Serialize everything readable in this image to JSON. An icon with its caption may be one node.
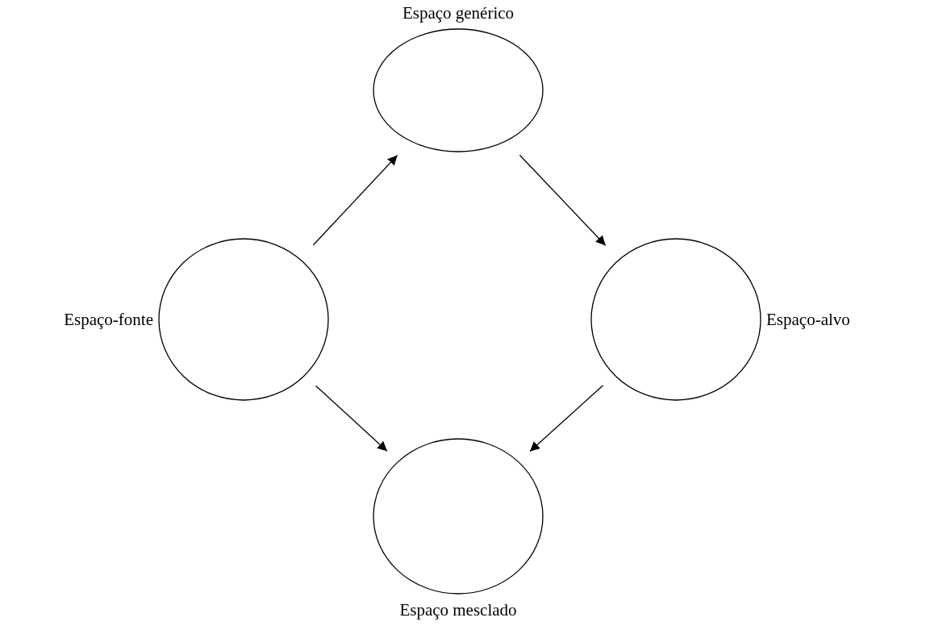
{
  "diagram": {
    "nodes": [
      {
        "text": [
          "Espaço genérico"
        ]
      },
      {
        "text": [
          "Espaço-fonte"
        ]
      },
      {
        "text": [
          "Espaço-alvo"
        ]
      },
      {
        "text": [
          "Espaço mesclado"
        ]
      }
    ],
    "edges": [
      {
        "from": 1,
        "to": 0,
        "arrow": "to"
      },
      {
        "from": 0,
        "to": 2,
        "arrow": "to"
      },
      {
        "from": 1,
        "to": 3,
        "arrow": "to"
      },
      {
        "from": 2,
        "to": 3,
        "arrow": "to"
      }
    ]
  }
}
